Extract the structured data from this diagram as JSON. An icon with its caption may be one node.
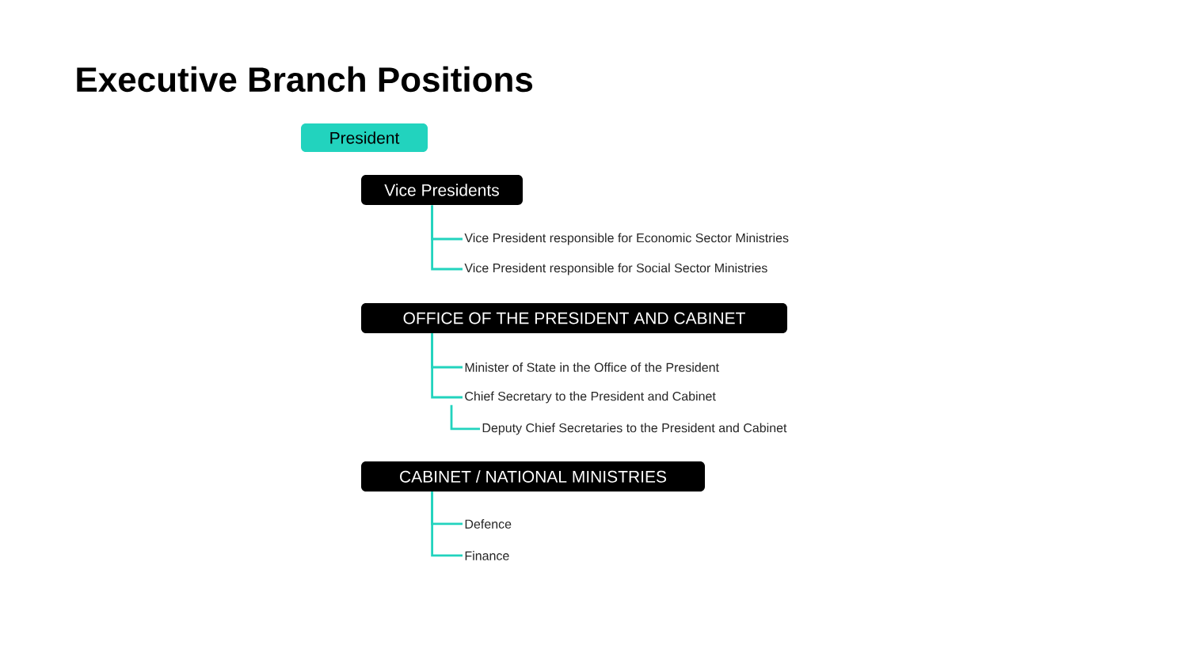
{
  "diagram": {
    "title": "Executive Branch Positions",
    "nodes": [
      {
        "text": [
          "President"
        ]
      },
      {
        "text": [
          "Vice Presidents"
        ]
      },
      {
        "text": [
          "Vice President responsible for Economic Sector Ministries"
        ]
      },
      {
        "text": [
          "Vice President responsible for Social Sector Ministries"
        ]
      },
      {
        "text": [
          "OFFICE OF THE PRESIDENT AND CABINET"
        ]
      },
      {
        "text": [
          "Minister of State in the Office of the President"
        ]
      },
      {
        "text": [
          "Chief Secretary to the President and Cabinet"
        ]
      },
      {
        "text": [
          "Deputy Chief Secretaries to the President and Cabinet"
        ]
      },
      {
        "text": [
          "CABINET / NATIONAL MINISTRIES"
        ]
      },
      {
        "text": [
          "Defence"
        ]
      },
      {
        "text": [
          "Finance"
        ]
      }
    ],
    "edges": [
      {
        "from": 1,
        "to": 2,
        "arrow": "none"
      },
      {
        "from": 1,
        "to": 3,
        "arrow": "none"
      },
      {
        "from": 4,
        "to": 5,
        "arrow": "none"
      },
      {
        "from": 4,
        "to": 6,
        "arrow": "none"
      },
      {
        "from": 6,
        "to": 7,
        "arrow": "none"
      },
      {
        "from": 8,
        "to": 9,
        "arrow": "none"
      },
      {
        "from": 8,
        "to": 10,
        "arrow": "none"
      }
    ]
  }
}
